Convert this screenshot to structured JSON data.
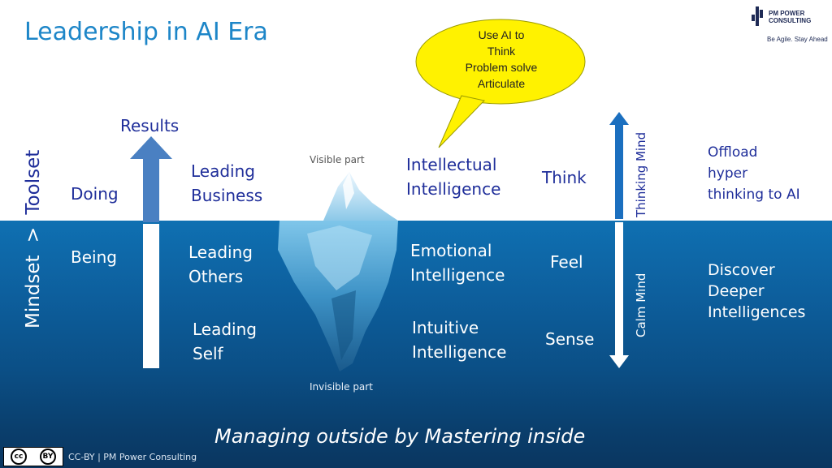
{
  "title": "Leadership in AI Era",
  "logo": {
    "brand": "PM POWER CONSULTING",
    "tagline": "Be Agile. Stay Ahead"
  },
  "vertical_axis": {
    "label_top": "Toolset",
    "separator": ">",
    "label_bottom": "Mindset"
  },
  "column_doing": {
    "above": "Doing",
    "below": "Being"
  },
  "results_arrow": {
    "label": "Results"
  },
  "leading": {
    "business": "Leading\nBusiness",
    "others": "Leading\nOthers",
    "self": "Leading\nSelf"
  },
  "iceberg": {
    "visible": "Visible part",
    "invisible": "Invisible part"
  },
  "speech_bubble": {
    "line1": "Use AI to",
    "line2": "Think",
    "line3": "Problem solve",
    "line4": "Articulate"
  },
  "intelligences": {
    "intellectual": "Intellectual\nIntelligence",
    "emotional": "Emotional\nIntelligence",
    "intuitive": "Intuitive\nIntelligence"
  },
  "modes": {
    "think": "Think",
    "feel": "Feel",
    "sense": "Sense"
  },
  "mind_arrow": {
    "top": "Thinking Mind",
    "bottom": "Calm Mind"
  },
  "right_column": {
    "top": "Offload\nhyper\nthinking to AI",
    "bottom": "Discover\nDeeper\nIntelligences"
  },
  "tagline": "Managing outside by Mastering inside",
  "footer": {
    "license": "CC-BY | PM Power Consulting",
    "cc": "cc",
    "by": "BY"
  },
  "colors": {
    "title": "#1d86c8",
    "dark_text": "#1f2e9a",
    "sea": "#0d5f9d",
    "bubble": "#fff200"
  }
}
